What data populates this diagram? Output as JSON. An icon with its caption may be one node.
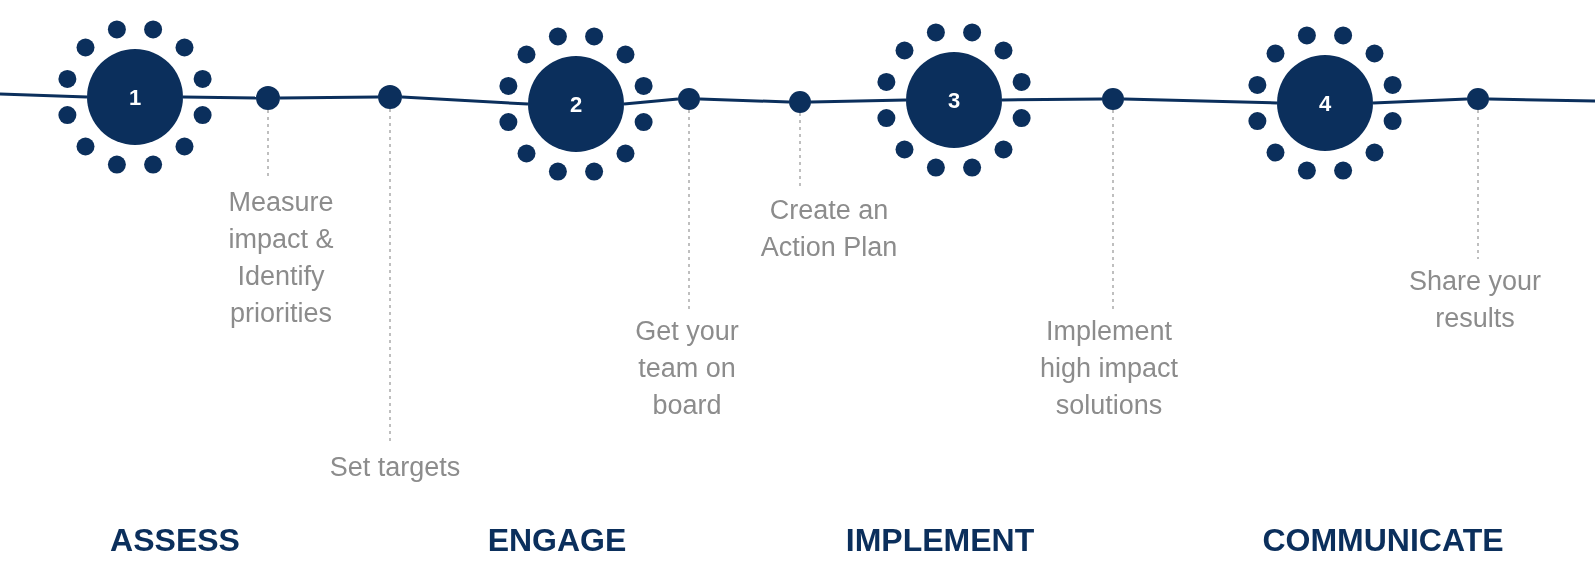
{
  "diagram": {
    "nodes": [
      {
        "text": [
          "1"
        ]
      },
      {
        "text": [],
        "shape": "circle"
      },
      {
        "text": [],
        "shape": "circle"
      },
      {
        "text": [
          "2"
        ]
      },
      {
        "text": [],
        "shape": "circle"
      },
      {
        "text": [],
        "shape": "circle"
      },
      {
        "text": [
          "3"
        ]
      },
      {
        "text": [],
        "shape": "circle"
      },
      {
        "text": [
          "4"
        ]
      },
      {
        "text": [],
        "shape": "circle"
      },
      {
        "text": [
          "Measure impact & Identify priorities"
        ]
      },
      {
        "text": [
          "Set targets"
        ]
      },
      {
        "text": [
          "Get your team on board"
        ]
      },
      {
        "text": [
          "Create an Action Plan"
        ]
      },
      {
        "text": [
          "Implement high impact solutions"
        ]
      },
      {
        "text": [
          "Share your results"
        ]
      }
    ],
    "edges": [
      {
        "from": null,
        "to": 0,
        "arrow": "none"
      },
      {
        "from": 0,
        "to": 1,
        "arrow": "none"
      },
      {
        "from": 1,
        "to": 2,
        "arrow": "none"
      },
      {
        "from": 2,
        "to": 3,
        "arrow": "none"
      },
      {
        "from": 3,
        "to": 4,
        "arrow": "none"
      },
      {
        "from": 4,
        "to": 5,
        "arrow": "none"
      },
      {
        "from": 5,
        "to": 6,
        "arrow": "none"
      },
      {
        "from": 6,
        "to": 7,
        "arrow": "none"
      },
      {
        "from": 7,
        "to": 8,
        "arrow": "none"
      },
      {
        "from": 8,
        "to": 9,
        "arrow": "none"
      },
      {
        "from": 9,
        "to": null,
        "arrow": "none"
      },
      {
        "from": 1,
        "to": 10,
        "arrow": "none",
        "style": "dashed",
        "color": "#aaaaaa"
      },
      {
        "from": 2,
        "to": 11,
        "arrow": "none",
        "style": "dashed",
        "color": "#aaaaaa"
      },
      {
        "from": 4,
        "to": 12,
        "arrow": "none",
        "style": "dashed",
        "color": "#aaaaaa"
      },
      {
        "from": 5,
        "to": 13,
        "arrow": "none",
        "style": "dashed",
        "color": "#aaaaaa"
      },
      {
        "from": 7,
        "to": 14,
        "arrow": "none",
        "style": "dashed",
        "color": "#aaaaaa"
      },
      {
        "from": 9,
        "to": 15,
        "arrow": "none",
        "style": "dashed",
        "color": "#aaaaaa"
      }
    ],
    "labels": [
      "ASSESS",
      "ENGAGE",
      "IMPLEMENT",
      "COMMUNICATE"
    ]
  }
}
